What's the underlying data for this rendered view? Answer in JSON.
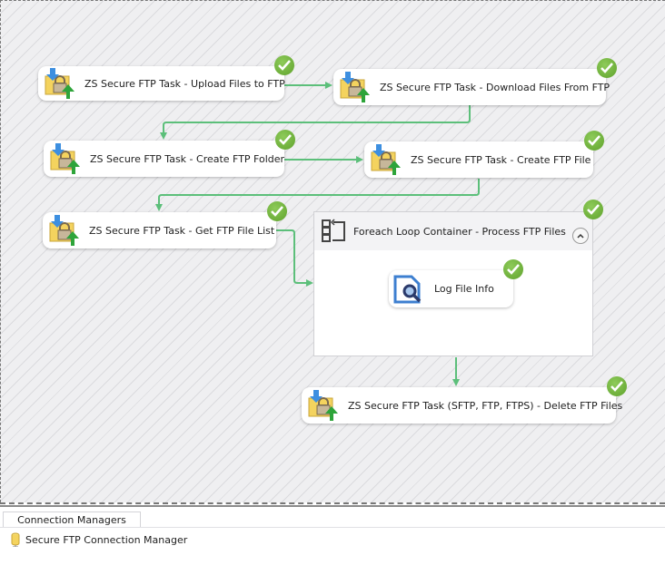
{
  "canvas": {
    "tasks": [
      {
        "id": "upload",
        "label": "ZS Secure FTP Task - Upload Files to FTP",
        "icon": "secure-ftp-task-icon",
        "status": "success"
      },
      {
        "id": "download",
        "label": "ZS Secure FTP Task - Download Files From FTP",
        "icon": "secure-ftp-task-icon",
        "status": "success"
      },
      {
        "id": "create-folder",
        "label": "ZS Secure FTP Task - Create FTP Folder",
        "icon": "secure-ftp-task-icon",
        "status": "success"
      },
      {
        "id": "create-file",
        "label": "ZS Secure FTP Task - Create FTP File",
        "icon": "secure-ftp-task-icon",
        "status": "success"
      },
      {
        "id": "get-list",
        "label": "ZS Secure FTP Task - Get FTP File List",
        "icon": "secure-ftp-task-icon",
        "status": "success"
      },
      {
        "id": "delete",
        "label": "ZS Secure FTP Task (SFTP, FTP, FTPS) - Delete FTP Files",
        "icon": "secure-ftp-task-icon",
        "status": "success"
      }
    ],
    "container": {
      "title": "Foreach Loop Container - Process FTP Files",
      "icon": "foreach-loop-icon",
      "status": "success",
      "collapse_icon": "chevron-up-icon",
      "inner_task": {
        "label": "Log File Info",
        "icon": "log-file-info-icon",
        "status": "success"
      }
    },
    "colors": {
      "connector": "#5cbf7a",
      "success": "#6aaf35",
      "background": "#efeff1"
    }
  },
  "connection_managers": {
    "tab_label": "Connection Managers",
    "items": [
      {
        "label": "Secure FTP Connection Manager",
        "icon": "connection-manager-icon"
      }
    ]
  }
}
